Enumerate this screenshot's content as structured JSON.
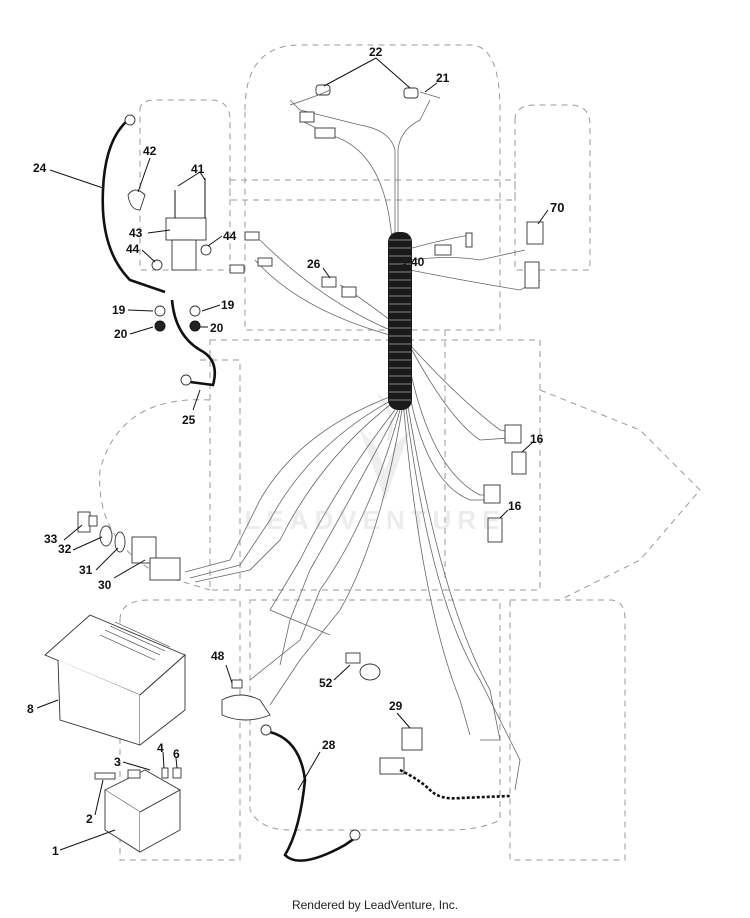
{
  "diagram": {
    "callouts": [
      {
        "id": "c1",
        "text": "1"
      },
      {
        "id": "c2",
        "text": "2"
      },
      {
        "id": "c3",
        "text": "3"
      },
      {
        "id": "c4",
        "text": "4"
      },
      {
        "id": "c6",
        "text": "6"
      },
      {
        "id": "c8",
        "text": "8"
      },
      {
        "id": "c16a",
        "text": "16"
      },
      {
        "id": "c16b",
        "text": "16"
      },
      {
        "id": "c19a",
        "text": "19"
      },
      {
        "id": "c19b",
        "text": "19"
      },
      {
        "id": "c20a",
        "text": "20"
      },
      {
        "id": "c20b",
        "text": "20"
      },
      {
        "id": "c21",
        "text": "21"
      },
      {
        "id": "c22",
        "text": "22"
      },
      {
        "id": "c24",
        "text": "24"
      },
      {
        "id": "c25",
        "text": "25"
      },
      {
        "id": "c26",
        "text": "26"
      },
      {
        "id": "c28",
        "text": "28"
      },
      {
        "id": "c29",
        "text": "29"
      },
      {
        "id": "c30",
        "text": "30"
      },
      {
        "id": "c31",
        "text": "31"
      },
      {
        "id": "c32",
        "text": "32"
      },
      {
        "id": "c33",
        "text": "33"
      },
      {
        "id": "c40",
        "text": "40"
      },
      {
        "id": "c41",
        "text": "41"
      },
      {
        "id": "c42",
        "text": "42"
      },
      {
        "id": "c43",
        "text": "43"
      },
      {
        "id": "c44a",
        "text": "44"
      },
      {
        "id": "c44b",
        "text": "44"
      },
      {
        "id": "c48",
        "text": "48"
      },
      {
        "id": "c52",
        "text": "52"
      },
      {
        "id": "c70",
        "text": "70"
      }
    ]
  },
  "watermark": "LEADVENTURE",
  "footer": {
    "text": "Rendered by LeadVenture, Inc."
  }
}
